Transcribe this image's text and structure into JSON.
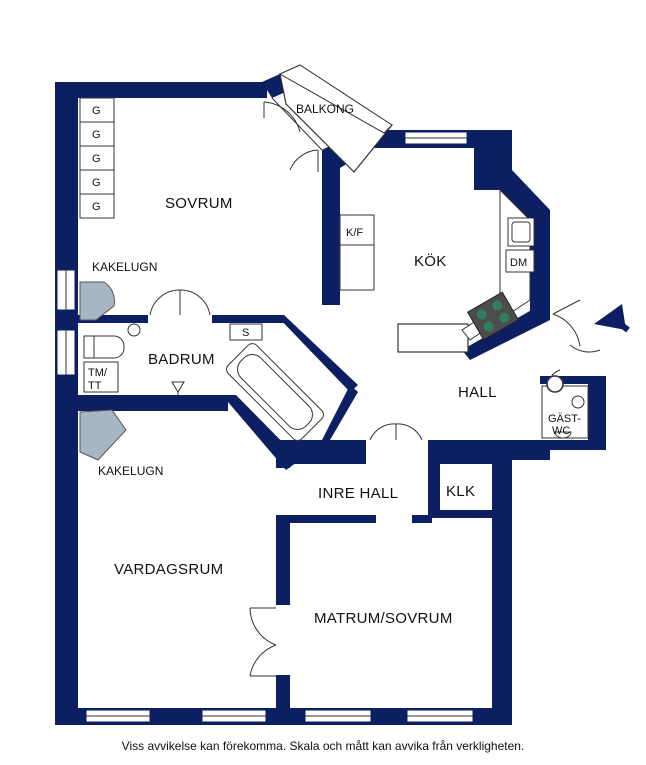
{
  "rooms": {
    "sovrum": "SOVRUM",
    "balkong": "BALKONG",
    "kok": "KÖK",
    "kf": "K/F",
    "dm": "DM",
    "badrum": "BADRUM",
    "s": "S",
    "tmtt_1": "TM/",
    "tmtt_2": "TT",
    "hall": "HALL",
    "gastwc_1": "GÄST-",
    "gastwc_2": "WC",
    "inre_hall": "INRE HALL",
    "klk": "KLK",
    "vardagsrum": "VARDAGSRUM",
    "matrum": "MATRUM/SOVRUM",
    "kakelugn_top": "KAKELUGN",
    "kakelugn_bottom": "KAKELUGN",
    "g1": "G",
    "g2": "G",
    "g3": "G",
    "g4": "G",
    "g5": "G"
  },
  "disclaimer": "Viss avvikelse kan förekomma. Skala och mått kan avvika från verkligheten.",
  "colors": {
    "wall": "#0d1f63",
    "stove": "#4c4c4c",
    "stove_plate": "#2f7f5f",
    "kakelugn": "#a7b6c4"
  }
}
